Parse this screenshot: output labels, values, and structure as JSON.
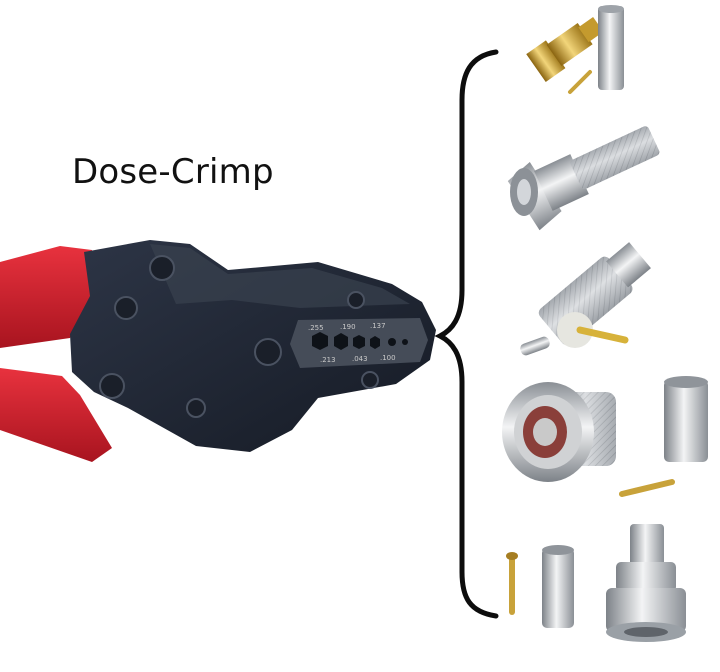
{
  "title": "Dose-Crimp",
  "die_markings": {
    "top_row": [
      ".255",
      ".190",
      ".137"
    ],
    "bottom_row": [
      ".213",
      ".043",
      ".100"
    ]
  },
  "colors": {
    "background": "#ffffff",
    "handle": "#d41f2c",
    "tool_body": "#232a38",
    "bracket": "#0d0d0d",
    "gold": "#c8a23a",
    "silver": "#bfc3c8"
  },
  "icons": {
    "tool": "crimping-tool-icon",
    "bracket": "curly-bracket-icon",
    "connectors": [
      "sma-connector-icon",
      "f-connector-icon",
      "pl259-connector-icon",
      "n-connector-icon",
      "bnc-connector-icon"
    ]
  }
}
